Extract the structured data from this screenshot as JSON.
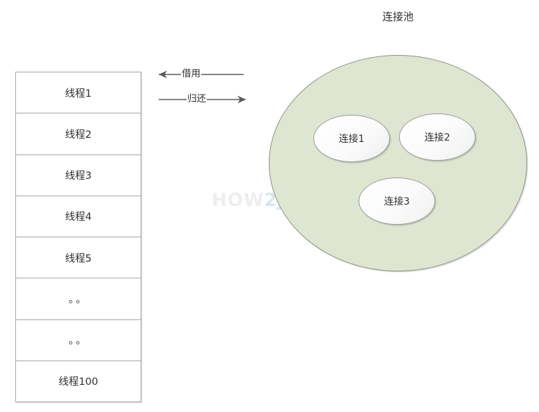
{
  "diagram": {
    "watermark": {
      "text_a": "HOW",
      "text_b": "2J.CN"
    },
    "pool": {
      "title": "连接池",
      "connections": [
        {
          "label": "连接1"
        },
        {
          "label": "连接2"
        },
        {
          "label": "连接3"
        }
      ],
      "fill_color": "#dee5d1",
      "stroke_color": "#8c9383"
    },
    "threads": {
      "rows": [
        {
          "label": "线程1"
        },
        {
          "label": "线程2"
        },
        {
          "label": "线程3"
        },
        {
          "label": "线程4"
        },
        {
          "label": "线程5"
        },
        {
          "label": "。。"
        },
        {
          "label": "。。"
        },
        {
          "label": "线程100"
        }
      ],
      "border_color": "#a6a6a6"
    },
    "arrows": [
      {
        "label": "借用",
        "direction": "left"
      },
      {
        "label": "归还",
        "direction": "right"
      }
    ]
  }
}
